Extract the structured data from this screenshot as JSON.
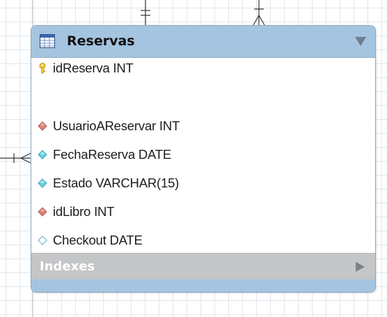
{
  "table": {
    "title": "Reservas",
    "columns": [
      {
        "label": "idReserva INT",
        "icon": "primary-key-icon",
        "color": "#f2c53d"
      },
      {
        "label": "UsuarioAReservar INT",
        "icon": "foreign-key-diamond-icon",
        "color": "#d9827b"
      },
      {
        "label": "FechaReserva DATE",
        "icon": "not-null-diamond-icon",
        "color": "#6fd0de"
      },
      {
        "label": "Estado VARCHAR(15)",
        "icon": "not-null-diamond-icon",
        "color": "#6fd0de"
      },
      {
        "label": "idLibro INT",
        "icon": "foreign-key-diamond-icon",
        "color": "#d9827b"
      },
      {
        "label": "Checkout DATE",
        "icon": "nullable-diamond-icon",
        "color": "#ffffff"
      }
    ],
    "indexes_label": "Indexes"
  },
  "colors": {
    "header": "#a5c4df",
    "indexes_bar": "#c4c6c8",
    "border": "#8aa7c2"
  }
}
